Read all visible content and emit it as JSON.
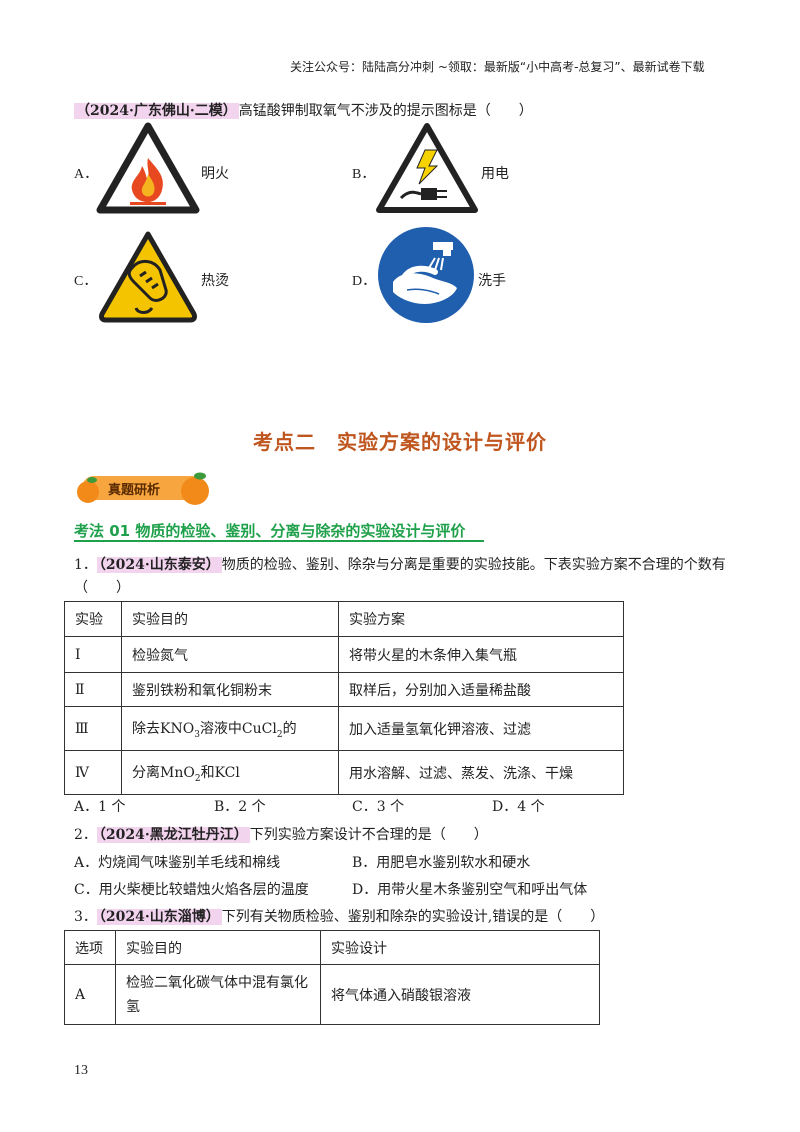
{
  "header": {
    "note": "关注公众号：陆陆高分冲刺 ~领取：最新版“小中高考-总复习”、最新试卷下载"
  },
  "q0": {
    "source": "（2024·广东佛山·二模）",
    "stem": "高锰酸钾制取氧气不涉及的提示图标是（　　）",
    "options": [
      {
        "letter": "A．",
        "text": "明火",
        "icon": "fire-warning-icon"
      },
      {
        "letter": "B．",
        "text": "用电",
        "icon": "electricity-warning-icon"
      },
      {
        "letter": "C．",
        "text": "热烫",
        "icon": "hot-surface-warning-icon"
      },
      {
        "letter": "D．",
        "text": "洗手",
        "icon": "wash-hands-icon"
      }
    ]
  },
  "section": {
    "title": "考点二　实验方案的设计与评价"
  },
  "badge": {
    "label": "真题研析"
  },
  "method": {
    "title": "考法 01 物质的检验、鉴别、分离与除杂的实验设计与评价"
  },
  "q1": {
    "number": "1．",
    "source": "（2024·山东泰安）",
    "stem": "物质的检验、鉴别、除杂与分离是重要的实验技能。下表实验方案不合理的个数有",
    "paren": "（　　）",
    "table": {
      "headers": [
        "实验",
        "实验目的",
        "实验方案"
      ],
      "rows": [
        {
          "id": "Ⅰ",
          "goal": "检验氮气",
          "plan": "将带火星的木条伸入集气瓶"
        },
        {
          "id": "Ⅱ",
          "goal": "鉴别铁粉和氧化铜粉末",
          "plan": "取样后，分别加入适量稀盐酸"
        },
        {
          "id": "Ⅲ",
          "goal_a": "除去",
          "goal_f1": "KNO",
          "goal_s1": "3",
          "goal_b": "溶液中",
          "goal_f2": "CuCl",
          "goal_s2": "2",
          "goal_c": "的",
          "plan": "加入适量氢氧化钾溶液、过滤"
        },
        {
          "id": "Ⅳ",
          "goal_a": "分离",
          "goal_f1": "MnO",
          "goal_s1": "2",
          "goal_b": "和KCl",
          "plan": "用水溶解、过滤、蒸发、洗涤、干燥"
        }
      ]
    },
    "options": [
      "A．1 个",
      "B．2 个",
      "C．3 个",
      "D．4 个"
    ]
  },
  "q2": {
    "number": "2．",
    "source": "（2024·黑龙江牡丹江）",
    "stem": "下列实验方案设计不合理的是（　　）",
    "options": [
      "A．灼烧闻气味鉴别羊毛线和棉线",
      "B．用肥皂水鉴别软水和硬水",
      "C．用火柴梗比较蜡烛火焰各层的温度",
      "D．用带火星木条鉴别空气和呼出气体"
    ]
  },
  "q3": {
    "number": "3．",
    "source": "（2024·山东淄博）",
    "stem": "下列有关物质检验、鉴别和除杂的实验设计,错误的是（　　）",
    "table": {
      "headers": [
        "选项",
        "实验目的",
        "实验设计"
      ],
      "rows": [
        {
          "id": "A",
          "goal_1": "检验二氧化碳气体中混有氯化",
          "goal_2": "氢",
          "plan": "将气体通入硝酸银溶液"
        }
      ]
    }
  },
  "footer": {
    "page": "13"
  },
  "colors": {
    "tag_bg": "#f3d4ef",
    "section_title": "#c0561f",
    "subhead": "#1fa04a",
    "sign_yellow": "#f5c400",
    "sign_blue": "#1f5fae"
  }
}
